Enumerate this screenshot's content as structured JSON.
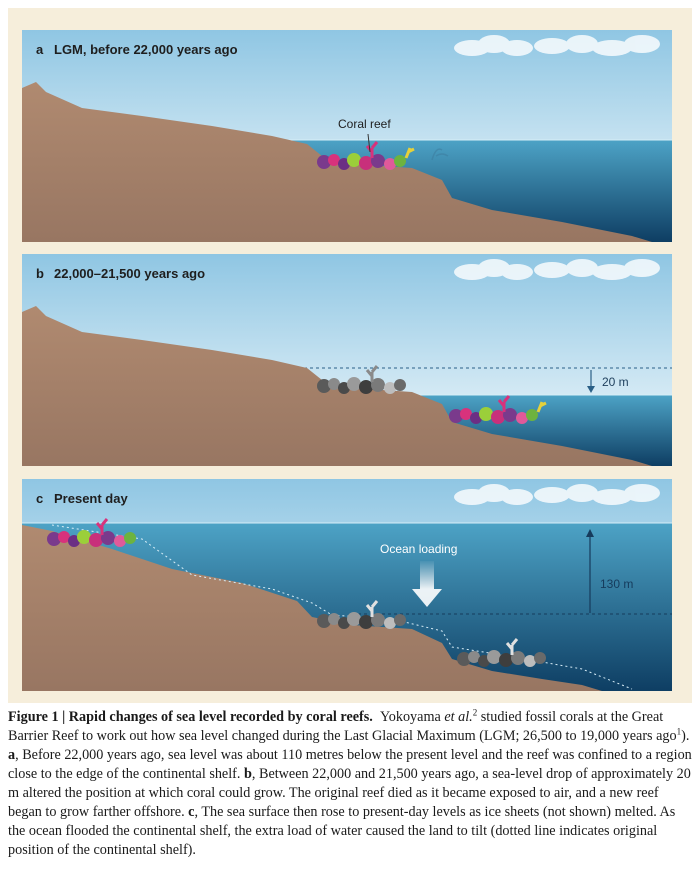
{
  "figure": {
    "panels": [
      {
        "letter": "a",
        "title": "LGM, before 22,000 years ago",
        "label": "Coral reef"
      },
      {
        "letter": "b",
        "title": "22,000–21,500 years ago",
        "drop": "20 m"
      },
      {
        "letter": "c",
        "title": "Present day",
        "label": "Ocean loading",
        "rise": "130 m"
      }
    ]
  },
  "caption": {
    "heading": "Figure 1 | Rapid changes of sea level recorded by coral reefs.",
    "author": "Yokoyama",
    "etal": "et al.",
    "ref_author": "2",
    "text_1": " studied fossil corals at the Great Barrier Reef to work out how sea level changed during the Last Glacial Maximum (LGM; 26,500 to 19,000 years ago",
    "ref_lgm": "1",
    "text_2": "). ",
    "a": "a",
    "text_a": ", Before 22,000 years ago,  sea level was about 110 metres below the present level and the reef was confined to a region close to the edge of the continental shelf. ",
    "b": "b",
    "text_b": ", Between 22,000 and 21,500 years ago, a sea-level drop of approximately 20 m altered the position at which coral could grow. The original reef died as it became exposed to air, and a new reef began to grow farther offshore. ",
    "c": "c",
    "text_c": ", The sea surface then rose to present-day levels as ice sheets (not shown) melted. As the ocean flooded the continental shelf, the extra load of water caused the land to tilt (dotted line indicates original position of the continental shelf)."
  }
}
